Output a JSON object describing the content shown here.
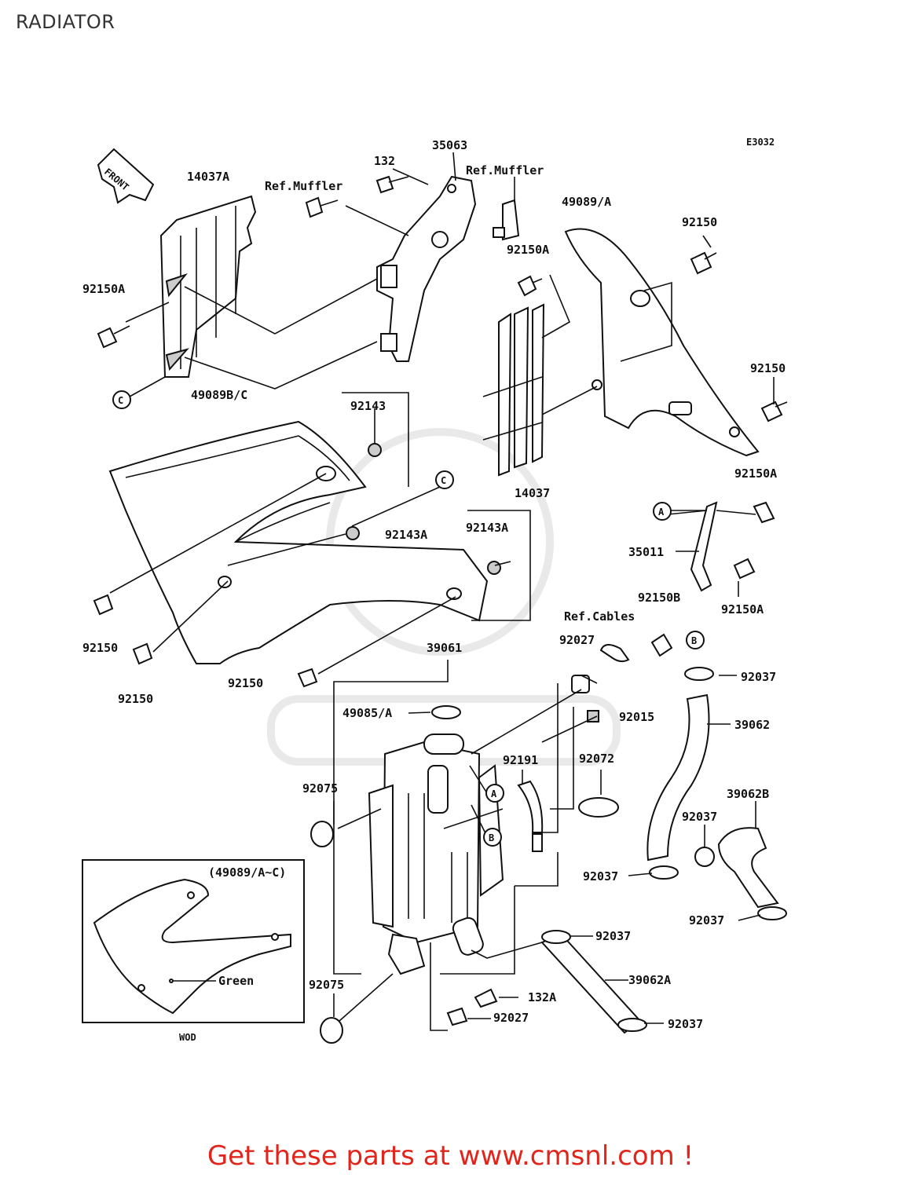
{
  "title": "RADIATOR",
  "diagram_code": "E3032",
  "front_label": "FRONT",
  "footer": "Get these parts at www.cmsnl.com !",
  "inset": {
    "title": "(49089/A~C)",
    "caption": "WOD",
    "color_note": "Green"
  },
  "callouts": {
    "p14037A": "14037A",
    "refMuffler1": "Ref.Muffler",
    "p132": "132",
    "p35063": "35063",
    "refMuffler2": "Ref.Muffler",
    "p49089A": "49089/A",
    "p92150_a": "92150",
    "p92150A_a": "92150A",
    "p92150A_b": "92150A",
    "p92150_b": "92150",
    "p49089BC": "49089B/C",
    "p92143": "92143",
    "p14037": "14037",
    "p92150A_c": "92150A",
    "p92143A_a": "92143A",
    "p92143A_b": "92143A",
    "p35011": "35011",
    "p92150B": "92150B",
    "p92150A_d": "92150A",
    "refCables": "Ref.Cables",
    "p92150_c": "92150",
    "p92150_d": "92150",
    "p92150_e": "92150",
    "p39061": "39061",
    "p92027_a": "92027",
    "p92037_a": "92037",
    "p49085A": "49085/A",
    "p92015": "92015",
    "p39062": "39062",
    "p92191": "92191",
    "p92072": "92072",
    "p92075_a": "92075",
    "p39062B": "39062B",
    "p92037_b": "92037",
    "p92037_c": "92037",
    "p92037_d": "92037",
    "p92037_e": "92037",
    "p39062A": "39062A",
    "p92075_b": "92075",
    "p132A": "132A",
    "p92027_b": "92027",
    "p92037_f": "92037",
    "refA1": "A",
    "refA2": "A",
    "refB1": "B",
    "refB2": "B",
    "refC1": "C",
    "refC2": "C"
  }
}
